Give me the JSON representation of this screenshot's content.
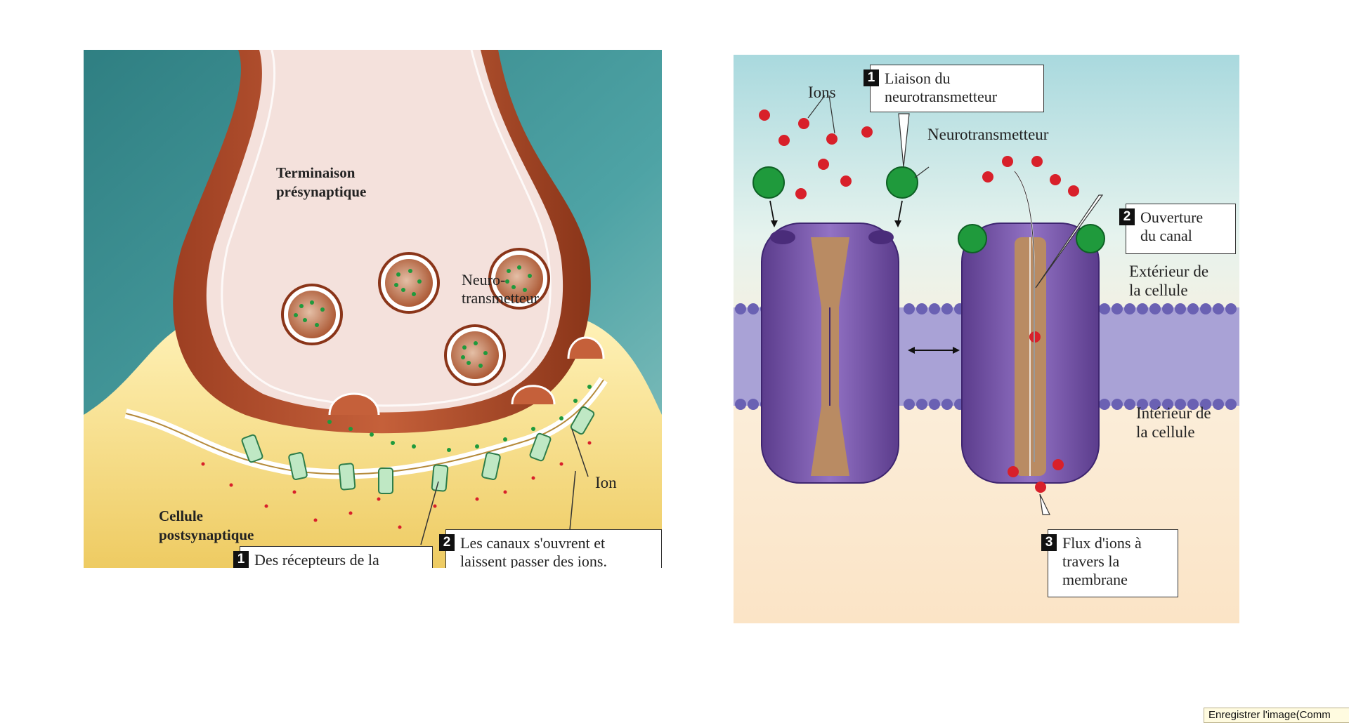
{
  "left_panel": {
    "presynaptic_label": "Terminaison\nprésynaptique",
    "neurotransmitter_label": "Neuro-\ntransmetteur",
    "ion_label": "Ion",
    "postsynaptic_label": "Cellule\npostsynaptique",
    "callout_1": {
      "number": "1",
      "text": "Des récepteurs de la\nmembrane post-\nsynaptique se lient aux\nneurotransmetteurs"
    },
    "callout_2": {
      "number": "2",
      "text": "Les canaux s'ouvrent et\nlaissent passer des ions.\nLes courants ioniques\nmodifient le potentiel de\nmembrane"
    }
  },
  "right_panel": {
    "ions_label": "Ions",
    "neurotransmitter_label": "Neurotransmetteur",
    "exterior_label": "Extérieur de\nla cellule",
    "interior_label": "Intérieur de\nla cellule",
    "callout_1": {
      "number": "1",
      "text": "Liaison du\nneurotransmetteur"
    },
    "callout_2": {
      "number": "2",
      "text": "Ouverture\ndu canal"
    },
    "callout_3": {
      "number": "3",
      "text": "Flux d'ions à\ntravers la\nmembrane"
    }
  },
  "save_tooltip": "Enregistrer l'image(Comm",
  "colors": {
    "ion_red": "#d8202a",
    "neurotransmitter_green": "#1f9a3c",
    "channel_purple": "#7b57a8",
    "membrane_lavender": "#a9a2d6",
    "postsynaptic_yellow": "#f3d676",
    "presynaptic_pink": "#f4e1dc",
    "extracellular_teal": "#3e9396"
  }
}
